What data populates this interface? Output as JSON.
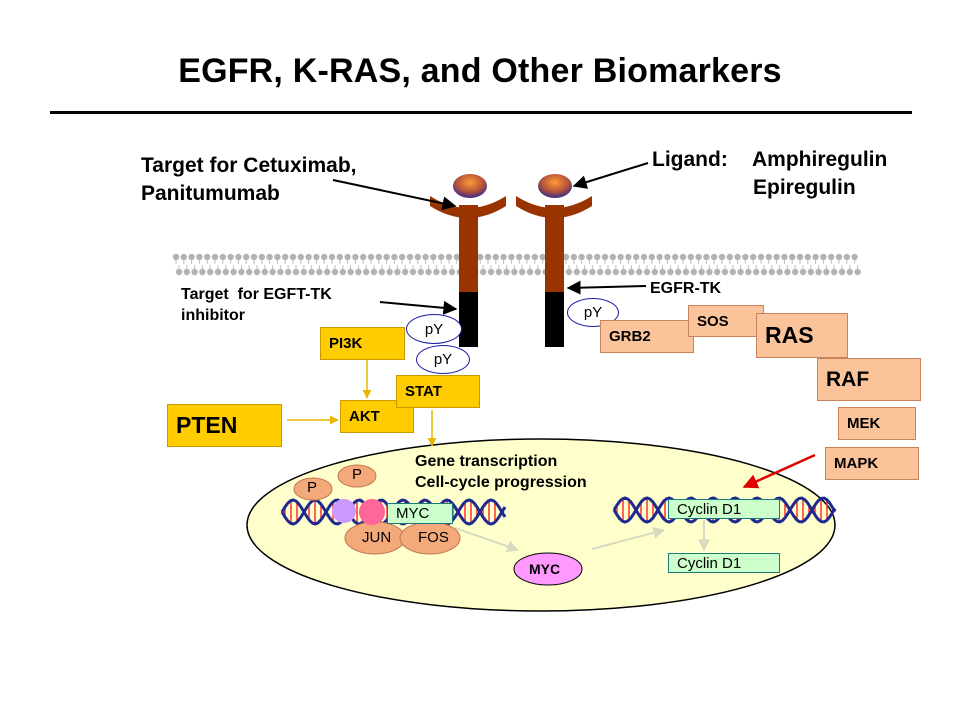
{
  "title": "EGFR, K-RAS, and Other Biomarkers",
  "callouts": {
    "target_antibody_line1": "Target for Cetuximab,",
    "target_antibody_line2": "Panitumumab",
    "ligand_label": "Ligand:",
    "ligand_1": "Amphiregulin",
    "ligand_2": "Epiregulin",
    "tk_target_line1": "Target  for EGFT-TK",
    "tk_target_line2": "inhibitor",
    "egfr_tk": "EGFR-TK"
  },
  "phospho": {
    "py1": "pY",
    "py2": "pY",
    "py3": "pY",
    "p1": "P",
    "p2": "P"
  },
  "boxes": {
    "pi3k": "PI3K",
    "pten": "PTEN",
    "akt": "AKT",
    "stat": "STAT",
    "grb2": "GRB2",
    "sos": "SOS",
    "ras": "RAS",
    "raf": "RAF",
    "mek": "MEK",
    "mapk": "MAPK"
  },
  "nucleus": {
    "line1": "Gene transcription",
    "line2": "Cell-cycle progression",
    "myc_tag": "MYC",
    "jun": "JUN",
    "fos": "FOS",
    "myc_protein": "MYC",
    "cyclin_tag1": "Cyclin D1",
    "cyclin_tag2": "Cyclin D1"
  },
  "colors": {
    "receptor": "#993300",
    "kinase": "#000000",
    "yellow_box": "#ffcc00",
    "orange_box": "#fbc39a",
    "nucleus_fill": "#ffffcc",
    "myc_fill": "#ff99ff",
    "tag_fill": "#ccffcc",
    "mapk_arrow": "#e00000"
  }
}
